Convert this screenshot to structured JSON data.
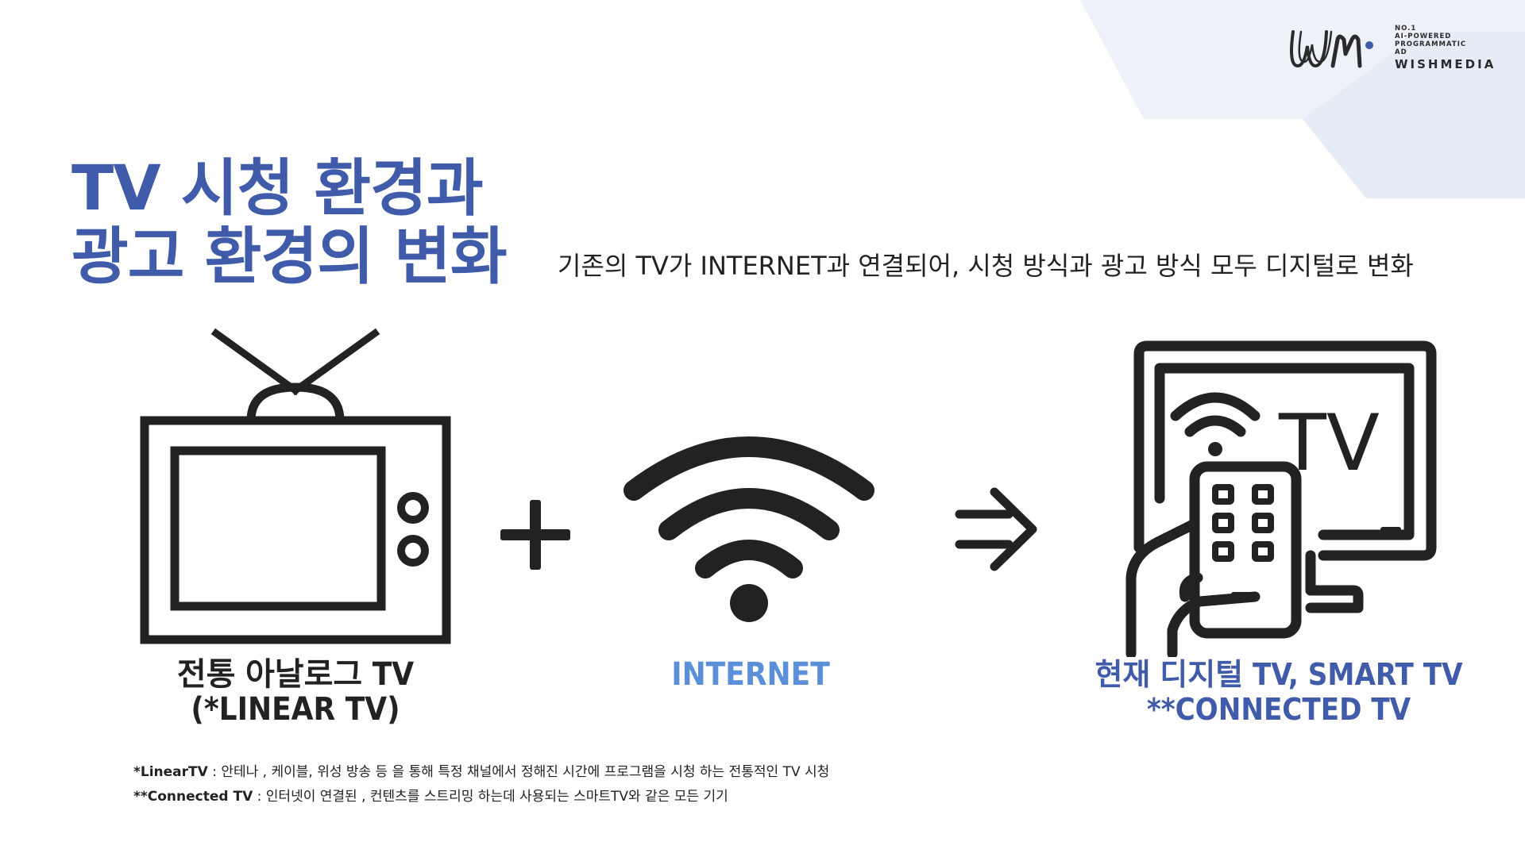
{
  "brand": {
    "tagline_lines": [
      "NO.1",
      "AI-POWERED",
      "PROGRAMMATIC",
      "AD"
    ],
    "name": "WISHMEDIA"
  },
  "title_lines": [
    "TV 시청 환경과",
    "광고 환경의 변화"
  ],
  "subtitle": "기존의 TV가 INTERNET과 연결되어, 시청 방식과 광고 방식 모두 디지털로 변화",
  "screen_text": "TV",
  "items": [
    {
      "lines": [
        "전통 아날로그 TV",
        "(*LINEAR TV)"
      ]
    },
    {
      "lines": [
        "INTERNET"
      ]
    },
    {
      "lines": [
        "현재 디지털 TV, SMART TV",
        "**CONNECTED TV"
      ]
    }
  ],
  "footnotes": [
    {
      "term": "*LinearTV",
      "text": " : 안테나 , 케이블, 위성 방송 등 을 통해  특정  채널에서 정해진 시간에 프로그램을  시청 하는 전통적인 TV 시청"
    },
    {
      "term": "**Connected TV",
      "text": " : 인터넷이 연결된 , 컨텐츠를 스트리밍 하는데 사용되는 스마트TV와 같은 모든 기기"
    }
  ],
  "colors": {
    "title": "#3f5ba9",
    "internet_label": "#5b8fd9",
    "dark": "#222222",
    "bg_shape": "#eef2f8"
  },
  "icons": [
    "retro-tv-icon",
    "plus-icon",
    "wifi-icon",
    "arrow-right-icon",
    "smart-tv-remote-icon"
  ]
}
